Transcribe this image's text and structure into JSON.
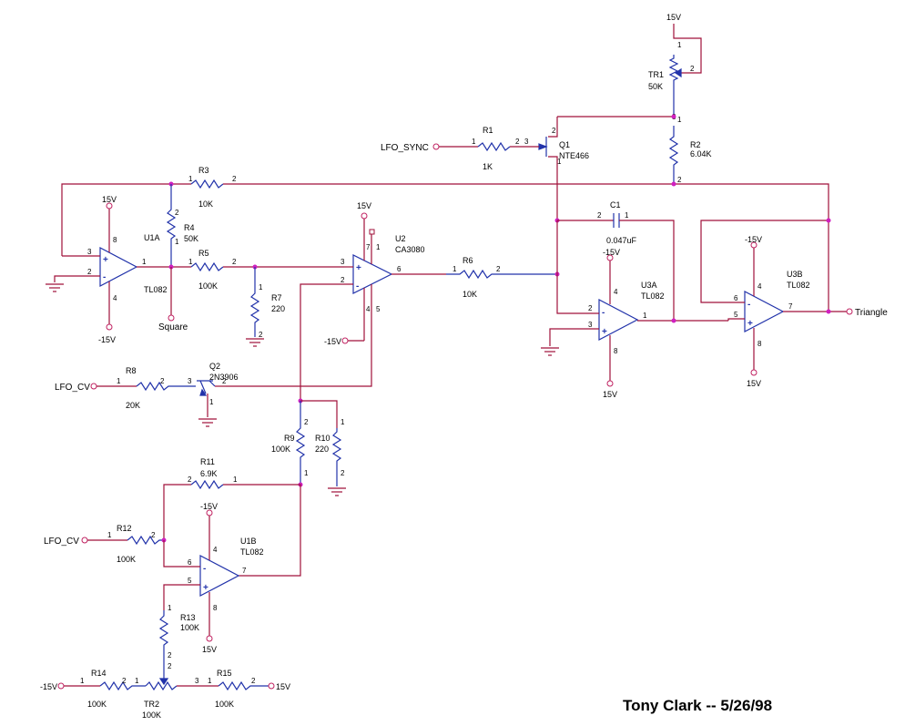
{
  "labels": {
    "tr1_ref": "TR1",
    "tr1_val": "50K",
    "r1_ref": "R1",
    "r1_val": "1K",
    "q1_ref": "Q1",
    "q1_val": "NTE466",
    "r2_ref": "R2",
    "r2_val": "6.04K",
    "r3_ref": "R3",
    "r3_val": "10K",
    "u1a_ref": "U1A",
    "u1a_val": "TL082",
    "r4_ref": "R4",
    "r4_val": "50K",
    "r5_ref": "R5",
    "r5_val": "100K",
    "u2_ref": "U2",
    "u2_val": "CA3080",
    "r7_ref": "R7",
    "r7_val": "220",
    "r6_ref": "R6",
    "r6_val": "10K",
    "c1_ref": "C1",
    "c1_val": "0.047uF",
    "u3a_ref": "U3A",
    "u3a_val": "TL082",
    "u3b_ref": "U3B",
    "u3b_val": "TL082",
    "r8_ref": "R8",
    "r8_val": "20K",
    "q2_ref": "Q2",
    "q2_val": "2N3906",
    "r9_ref": "R9",
    "r9_val": "100K",
    "r10_ref": "R10",
    "r10_val": "220",
    "r11_ref": "R11",
    "r11_val": "6.9K",
    "u1b_ref": "U1B",
    "u1b_val": "TL082",
    "r12_ref": "R12",
    "r12_val": "100K",
    "r13_ref": "R13",
    "r13_val": "100K",
    "r14_ref": "R14",
    "r14_val": "100K",
    "tr2_ref": "TR2",
    "tr2_val": "100K",
    "r15_ref": "R15",
    "r15_val": "100K"
  },
  "signals": {
    "lfo_sync": "LFO_SYNC",
    "lfo_cv_1": "LFO_CV",
    "lfo_cv_2": "LFO_CV",
    "square": "Square",
    "triangle": "Triangle"
  },
  "supplies": {
    "pos": "15V",
    "neg": "-15V"
  },
  "author": "Tony Clark -- 5/26/98"
}
